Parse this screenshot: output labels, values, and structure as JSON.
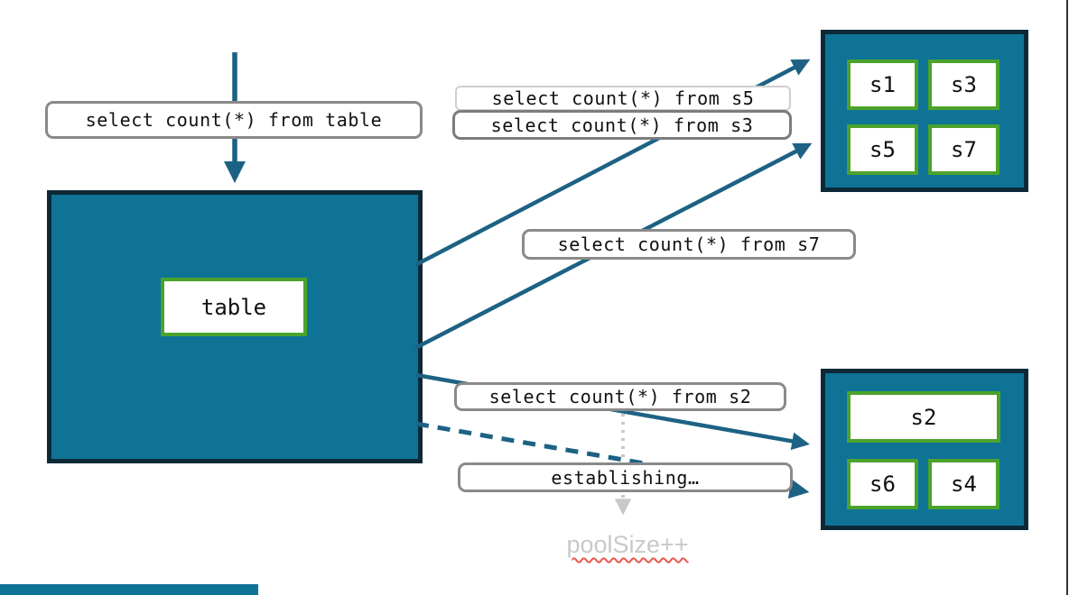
{
  "diagram": {
    "source_box": {
      "label": "table"
    },
    "query_labels": {
      "table": "select count(*) from table",
      "s5": "select count(*) from s5",
      "s3": "select count(*) from s3",
      "s7": "select count(*) from s7",
      "s2": "select count(*) from s2",
      "establishing": "establishing…"
    },
    "pool_top": {
      "shards": [
        "s1",
        "s3",
        "s5",
        "s7"
      ]
    },
    "pool_bottom": {
      "shards": [
        "s2",
        "s6",
        "s4"
      ]
    },
    "pool_size_note": "poolSize++",
    "colors": {
      "node_fill": "#0f7396",
      "node_border": "#0d2837",
      "chip_border": "#4ca32c",
      "arrow": "#1d6284",
      "label_border": "#8a8a8a",
      "label_border_light": "#cfcfcf",
      "muted_text": "#c9c9c9",
      "squiggle": "#e8574d"
    }
  }
}
